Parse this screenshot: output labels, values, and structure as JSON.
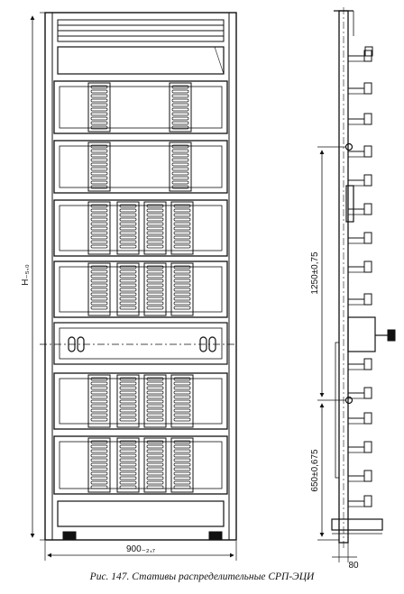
{
  "figure": {
    "caption": "Рис. 147. Стативы распределительные СРП-ЭЦИ"
  },
  "dimensions": {
    "height_label": "H₋₅,₀",
    "width_label": "900₋₂,₇",
    "spacing_1250": "1250±0,75",
    "spacing_650": "650±0,675",
    "depth_80": "80"
  }
}
